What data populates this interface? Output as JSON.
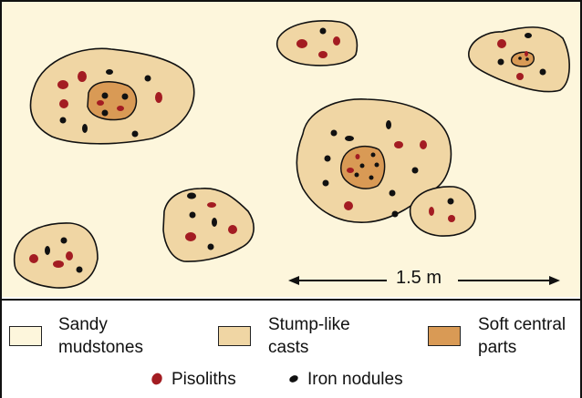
{
  "colors": {
    "sandy_mudstones": "#fdf6dc",
    "stump_casts": "#f0d6a4",
    "soft_central": "#d99a55",
    "pisolith": "#a31c22",
    "iron_nodule": "#111111",
    "outline": "#111111"
  },
  "scale_bar": {
    "label": "1.5 m"
  },
  "legend": {
    "items": [
      {
        "label_line1": "Sandy",
        "label_line2": "mudstones",
        "swatch": "#fdf6dc"
      },
      {
        "label_line1": "Stump-like",
        "label_line2": "casts",
        "swatch": "#f0d6a4"
      },
      {
        "label_line1": "Soft central",
        "label_line2": "parts",
        "swatch": "#d99a55"
      }
    ],
    "symbols": [
      {
        "label": "Pisoliths",
        "icon": "red-blob"
      },
      {
        "label": "Iron nodules",
        "icon": "black-dot"
      }
    ]
  }
}
